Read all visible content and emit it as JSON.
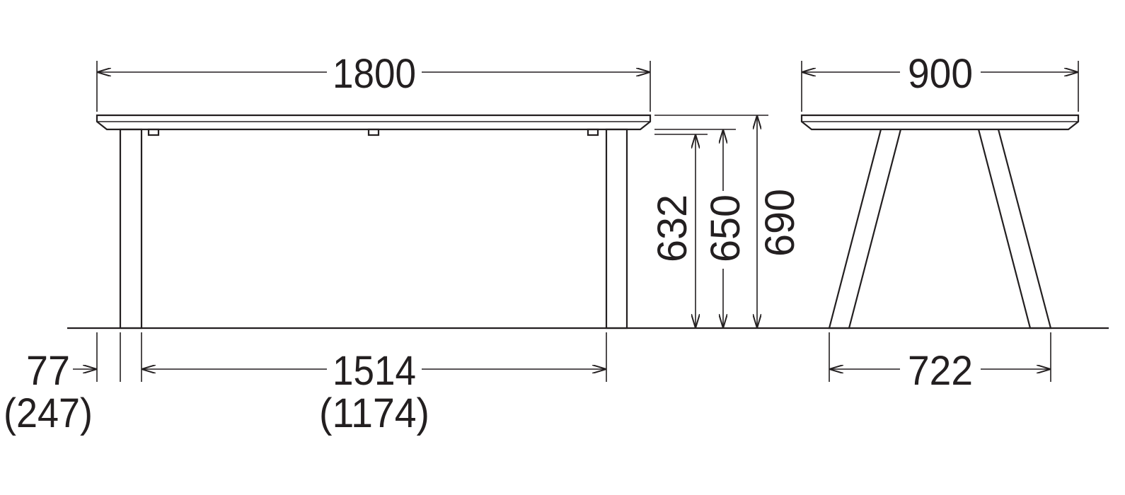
{
  "front_view": {
    "overall_width": "1800",
    "leg_offset": "77",
    "leg_offset_alt": "(247)",
    "leg_span": "1514",
    "leg_span_alt": "(1174)"
  },
  "heights": {
    "under_apron": "632",
    "under_top": "650",
    "overall_height": "690"
  },
  "side_view": {
    "overall_depth": "900",
    "leg_span": "722"
  },
  "colors": {
    "line": "#231f20",
    "background": "#ffffff"
  }
}
